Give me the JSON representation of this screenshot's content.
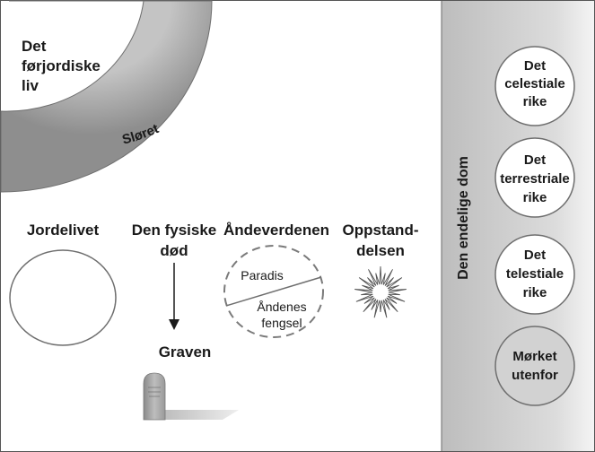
{
  "labels": {
    "premortal_1": "Det",
    "premortal_2": "førjordiske",
    "premortal_3": "liv",
    "veil": "Sløret",
    "mortal_life": "Jordelivet",
    "death_1": "Den fysiske",
    "death_2": "død",
    "spirit_world": "Åndeverdenen",
    "resurrection_1": "Oppstand-",
    "resurrection_2": "delsen",
    "paradise": "Paradis",
    "prison_1": "Åndenes",
    "prison_2": "fengsel",
    "grave": "Graven",
    "final_judgment": "Den endelige dom",
    "celestial_1": "Det",
    "celestial_2": "celestiale",
    "celestial_3": "rike",
    "terrestrial_1": "Det",
    "terrestrial_2": "terrestriale",
    "terrestrial_3": "rike",
    "telestial_1": "Det",
    "telestial_2": "telestiale",
    "telestial_3": "rike",
    "outer_darkness_1": "Mørket",
    "outer_darkness_2": "utenfor"
  },
  "colors": {
    "veil_gray": "#a6a6a6",
    "band_gray": "#c8c8c8",
    "kingdom_fill": "#ffffff",
    "darkness_fill": "#d2d2d2",
    "line": "#6e6e6e"
  },
  "icons": {
    "burst": "starburst-icon",
    "headstone": "headstone-icon"
  }
}
